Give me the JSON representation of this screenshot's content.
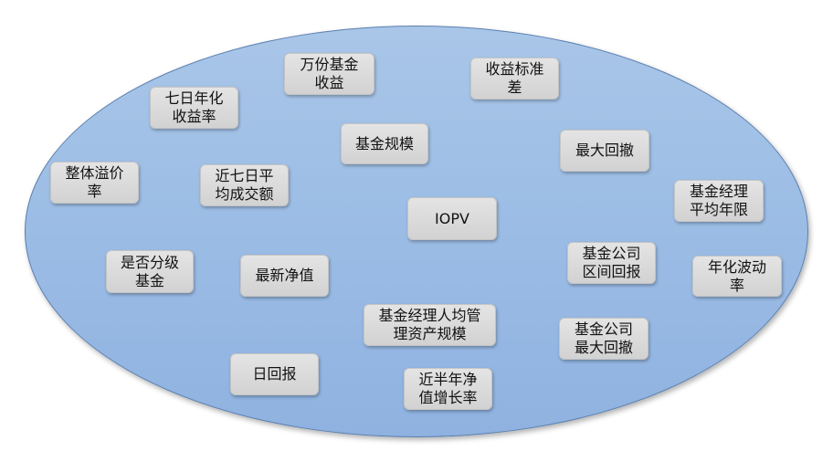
{
  "diagram": {
    "nodes": [
      {
        "id": "wanfen",
        "text": "万份基金\n收益"
      },
      {
        "id": "shouyi-std",
        "text": "收益标准\n差"
      },
      {
        "id": "qiri-rate",
        "text": "七日年化\n收益率"
      },
      {
        "id": "scale",
        "text": "基金规模"
      },
      {
        "id": "max-dd",
        "text": "最大回撤"
      },
      {
        "id": "premium",
        "text": "整体溢价\n率"
      },
      {
        "id": "avg-volume",
        "text": "近七日平\n均成交额"
      },
      {
        "id": "mgr-tenure",
        "text": "基金经理\n平均年限"
      },
      {
        "id": "iopv",
        "text": "IOPV"
      },
      {
        "id": "graded",
        "text": "是否分级\n基金"
      },
      {
        "id": "nav",
        "text": "最新净值"
      },
      {
        "id": "co-range",
        "text": "基金公司\n区间回报"
      },
      {
        "id": "volatility",
        "text": "年化波动\n率"
      },
      {
        "id": "mgr-aum",
        "text": "基金经理人均管\n理资产规模"
      },
      {
        "id": "co-dd",
        "text": "基金公司\n最大回撤"
      },
      {
        "id": "daily",
        "text": "日回报"
      },
      {
        "id": "half-year",
        "text": "近半年净\n值增长率"
      }
    ]
  }
}
